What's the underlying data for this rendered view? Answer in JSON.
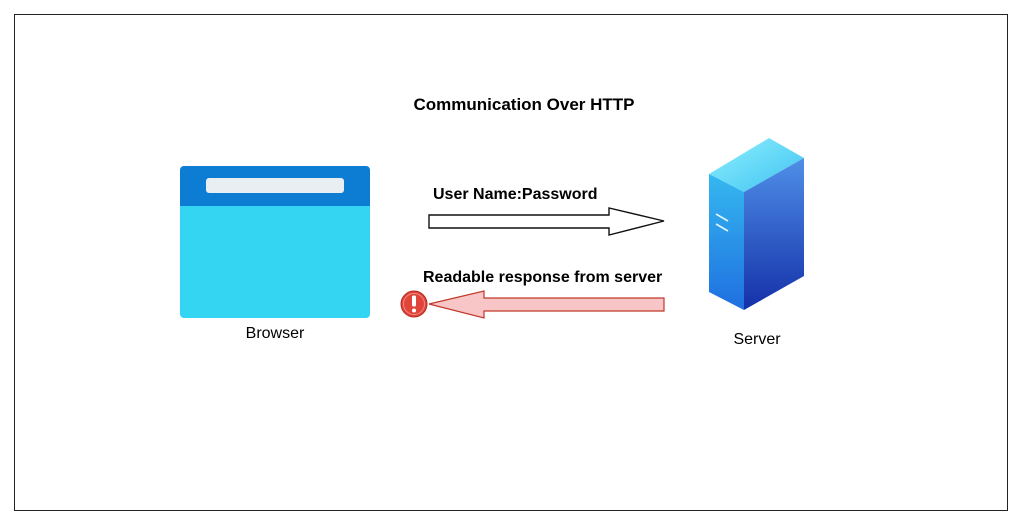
{
  "diagram": {
    "title": "Communication Over HTTP",
    "nodes": {
      "browser": {
        "label": "Browser",
        "icon": "browser-window-icon"
      },
      "server": {
        "label": "Server",
        "icon": "server-tower-icon"
      }
    },
    "edges": [
      {
        "from": "browser",
        "to": "server",
        "label": "User Name:Password",
        "style": "outline-arrow"
      },
      {
        "from": "server",
        "to": "browser",
        "label": "Readable response from server",
        "style": "warning-arrow",
        "marker_icon": "warning-exclamation-icon"
      }
    ]
  },
  "colors": {
    "browser_bar": "#0d7dd4",
    "browser_body": "#34d4f3",
    "server_blue": "#2f6fd6",
    "warning_arrow_fill": "#f8c6c6",
    "warning_arrow_stroke": "#c0392b",
    "warning_icon": "#e0443a"
  }
}
